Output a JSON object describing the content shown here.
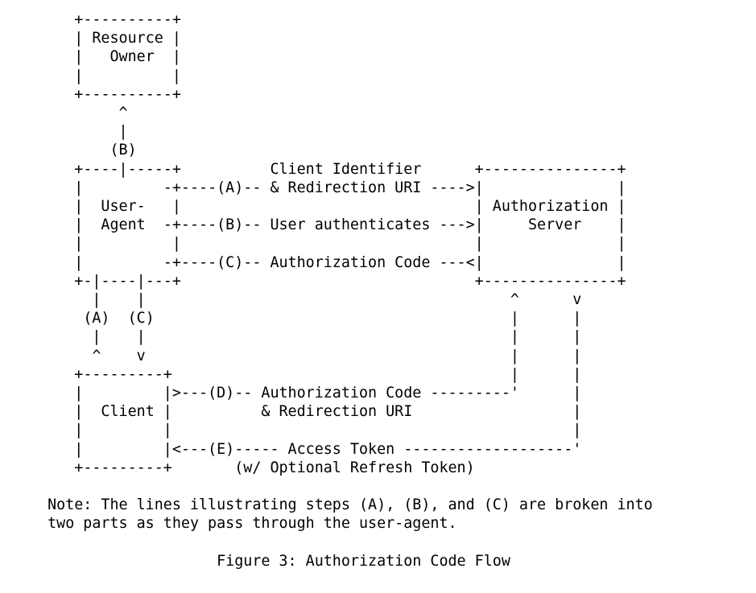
{
  "page": {
    "background_color": "#ffffff",
    "text_color": "#000000"
  },
  "figure": {
    "diagram_lines": [
      "     +----------+",
      "     | Resource |",
      "     |   Owner  |",
      "     |          |",
      "     +----------+",
      "          ^",
      "          |",
      "         (B)",
      "     +----|-----+          Client Identifier      +---------------+",
      "     |         -+----(A)-- & Redirection URI ---->|               |",
      "     |  User-   |                                 | Authorization |",
      "     |  Agent  -+----(B)-- User authenticates --->|     Server    |",
      "     |          |                                 |               |",
      "     |         -+----(C)-- Authorization Code ---<|               |",
      "     +-|----|---+                                 +---------------+",
      "       |    |                                         ^      v",
      "      (A)  (C)                                        |      |",
      "       |    |                                         |      |",
      "       ^    v                                         |      |",
      "     +---------+                                      |      |",
      "     |         |>---(D)-- Authorization Code ---------'      |",
      "     |  Client |          & Redirection URI                  |",
      "     |         |                                             |",
      "     |         |<---(E)----- Access Token -------------------'",
      "     +---------+       (w/ Optional Refresh Token)"
    ],
    "entities": [
      "Resource Owner",
      "User-Agent",
      "Client",
      "Authorization Server"
    ],
    "steps": {
      "A": "Client Identifier & Redirection URI",
      "B": "User authenticates",
      "C": "Authorization Code",
      "D": "Authorization Code & Redirection URI",
      "E": "Access Token (w/ Optional Refresh Token)"
    },
    "note_lines": [
      "Note: The lines illustrating steps (A), (B), and (C) are broken into",
      "two parts as they pass through the user-agent."
    ],
    "caption": "Figure 3: Authorization Code Flow"
  }
}
